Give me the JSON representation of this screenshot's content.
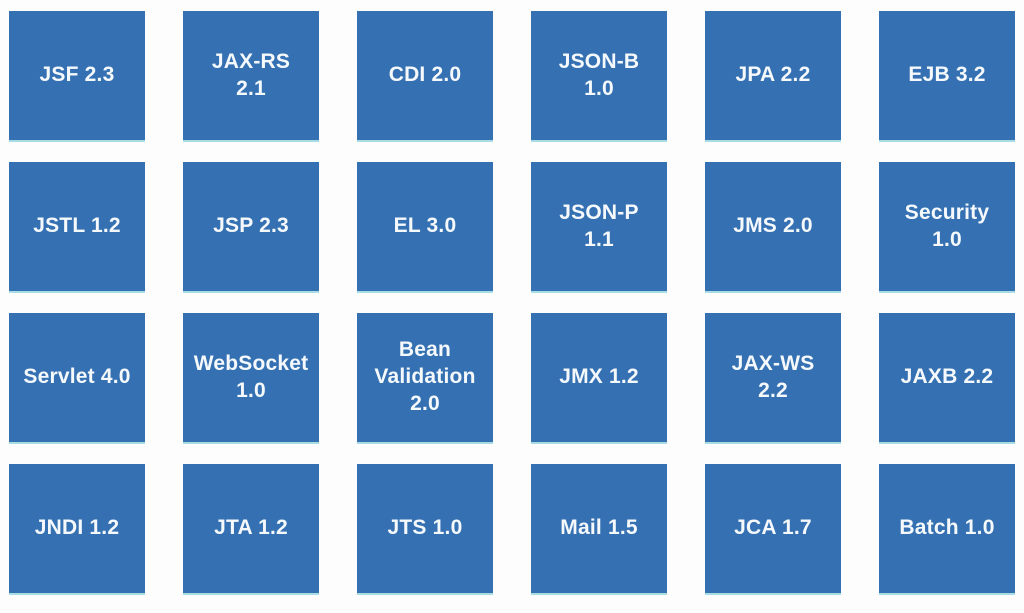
{
  "theme": {
    "page_background": "#fdfdfd",
    "tile_fill": "#3571b2",
    "tile_text_color": "#f5f9fc",
    "tile_bottom_edge": "#a7dce3"
  },
  "grid": {
    "columns": 6,
    "rows": 4,
    "tiles": [
      {
        "id": "jsf",
        "label": "JSF 2.3"
      },
      {
        "id": "jax-rs",
        "label": "JAX-RS\n2.1"
      },
      {
        "id": "cdi",
        "label": "CDI 2.0"
      },
      {
        "id": "json-b",
        "label": "JSON-B\n1.0"
      },
      {
        "id": "jpa",
        "label": "JPA 2.2"
      },
      {
        "id": "ejb",
        "label": "EJB 3.2"
      },
      {
        "id": "jstl",
        "label": "JSTL 1.2"
      },
      {
        "id": "jsp",
        "label": "JSP 2.3"
      },
      {
        "id": "el",
        "label": "EL 3.0"
      },
      {
        "id": "json-p",
        "label": "JSON-P\n1.1"
      },
      {
        "id": "jms",
        "label": "JMS 2.0"
      },
      {
        "id": "security",
        "label": "Security\n1.0"
      },
      {
        "id": "servlet",
        "label": "Servlet 4.0"
      },
      {
        "id": "websocket",
        "label": "WebSocket\n1.0"
      },
      {
        "id": "bean-validation",
        "label": "Bean\nValidation\n2.0"
      },
      {
        "id": "jmx",
        "label": "JMX 1.2"
      },
      {
        "id": "jax-ws",
        "label": "JAX-WS\n2.2"
      },
      {
        "id": "jaxb",
        "label": "JAXB 2.2"
      },
      {
        "id": "jndi",
        "label": "JNDI 1.2"
      },
      {
        "id": "jta",
        "label": "JTA 1.2"
      },
      {
        "id": "jts",
        "label": "JTS 1.0"
      },
      {
        "id": "mail",
        "label": "Mail 1.5"
      },
      {
        "id": "jca",
        "label": "JCA 1.7"
      },
      {
        "id": "batch",
        "label": "Batch 1.0"
      }
    ]
  }
}
